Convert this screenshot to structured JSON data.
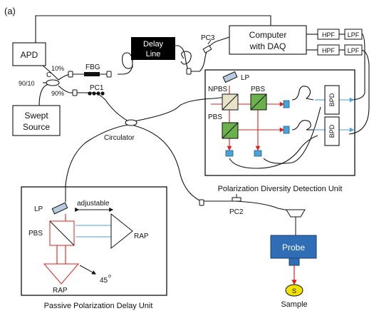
{
  "figure_label": "(a)",
  "blocks": {
    "apd": "APD",
    "swept_line1": "Swept",
    "swept_line2": "Source",
    "delay_line1": "Delay",
    "delay_line2": "Line",
    "computer_line1": "Computer",
    "computer_line2": "with DAQ",
    "hpf": "HPF",
    "lpf": "LPF",
    "probe": "Probe",
    "sample_symbol": "S",
    "bpd": "BPD"
  },
  "labels": {
    "coupler": "C",
    "ratio_90_10": "90/10",
    "pct_10": "10%",
    "pct_90": "90%",
    "fbg": "FBG",
    "pc1": "PC1",
    "pc2": "PC2",
    "pc3": "PC3",
    "circulator": "Circulator",
    "lp": "LP",
    "npbs": "NPBS",
    "pbs": "PBS",
    "adjustable": "adjustable",
    "rap": "RAP",
    "angle": "45",
    "angle_unit": "o",
    "sample": "Sample"
  },
  "units": {
    "detection": "Polarization Diversity Detection Unit",
    "delay": "Passive Polarization Delay Unit"
  },
  "colors": {
    "delay_box": "#000000",
    "pbs_green": "#6ab04c",
    "npbs_fill": "#e8e2c8",
    "probe_blue": "#2f6db5",
    "sample_yellow": "#f2e200",
    "beam_red": "#e0201c",
    "beam_blue": "#4aa3d8",
    "lp_fill": "#b9cbe0"
  }
}
